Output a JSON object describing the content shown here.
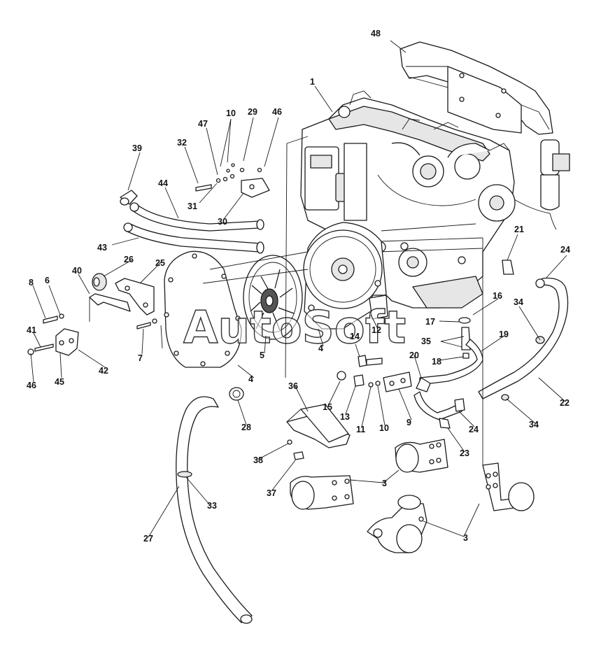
{
  "watermark": "AutoSoft",
  "callouts": [
    "48",
    "1",
    "10",
    "29",
    "46",
    "47",
    "32",
    "39",
    "44",
    "31",
    "30",
    "43",
    "21",
    "24",
    "40",
    "26",
    "25",
    "6",
    "8",
    "16",
    "17",
    "34",
    "41",
    "35",
    "19",
    "18",
    "12",
    "14",
    "7",
    "5",
    "4",
    "20",
    "46",
    "45",
    "42",
    "4",
    "15",
    "13",
    "11",
    "10",
    "9",
    "24",
    "36",
    "22",
    "34",
    "28",
    "23",
    "38",
    "37",
    "3",
    "33",
    "27",
    "3"
  ]
}
